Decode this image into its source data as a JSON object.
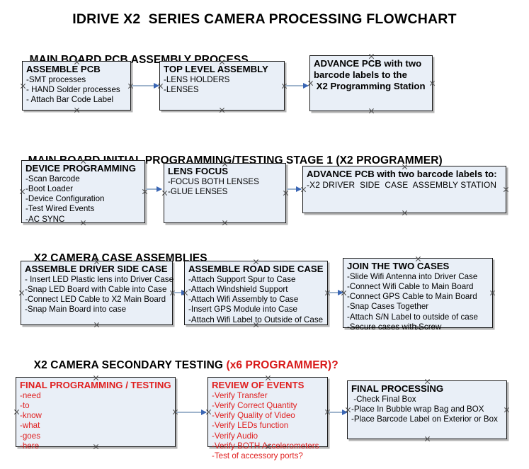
{
  "document": {
    "title": "IDRIVE X2  SERIES CAMERA PROCESSING FLOWCHART"
  },
  "sections": [
    {
      "id": "main-board-pcb-assembly",
      "heading": "MAIN BOARD PCB ASSEMBLY PROCESS",
      "heading_red": ""
    },
    {
      "id": "main-board-initial-programming",
      "heading": "MAIN BOARD INITIAL PROGRAMMING/TESTING STAGE 1 (X2 PROGRAMMER)",
      "heading_red": ""
    },
    {
      "id": "x2-camera-case-assemblies",
      "heading": "X2 CAMERA CASE ASSEMBLIES",
      "heading_red": ""
    },
    {
      "id": "x2-camera-secondary-testing",
      "heading": "X2 CAMERA SECONDARY TESTING ",
      "heading_red": "(x6 PROGRAMMER)?"
    }
  ],
  "boxes": {
    "assemble_pcb": {
      "title": "ASSEMBLE PCB",
      "lines": [
        "-SMT processes",
        "- HAND Solder processes",
        "- Attach Bar Code Label"
      ]
    },
    "top_level_assembly": {
      "title": "TOP LEVEL ASSEMBLY",
      "lines": [
        "-LENS HOLDERS",
        "-LENSES"
      ]
    },
    "advance_pcb_station": {
      "title": "ADVANCE PCB with two",
      "lines": [
        "barcode labels to the",
        " X2 Programming Station"
      ]
    },
    "device_programming": {
      "title": "DEVICE PROGRAMMING",
      "lines": [
        "-Scan Barcode",
        "-Boot Loader",
        "-Device Configuration",
        "-Test Wired Events",
        "-AC SYNC"
      ]
    },
    "lens_focus": {
      "title": "LENS FOCUS",
      "lines": [
        "-FOCUS BOTH LENSES",
        "-GLUE LENSES"
      ]
    },
    "advance_pcb_driver_case": {
      "title": "ADVANCE PCB with two barcode labels to:",
      "lines": [
        "-X2 DRIVER  SIDE  CASE  ASSEMBLY STATION"
      ]
    },
    "assemble_driver_side_case": {
      "title": "ASSEMBLE DRIVER SIDE CASE",
      "lines": [
        "- Insert LED Plastic lens into Driver Case",
        "-Snap LED Board with Cable into Case",
        "-Connect LED Cable to X2 Main Board",
        "-Snap Main Board into case"
      ]
    },
    "assemble_road_side_case": {
      "title": "ASSEMBLE ROAD SIDE CASE",
      "lines": [
        "-Attach Support Spur to Case",
        "-Attach Windshield Support",
        "-Attach Wifi Assembly to Case",
        "-Insert GPS Module into Case",
        "-Attach Wifi Label to Outside of Case"
      ]
    },
    "join_the_two_cases": {
      "title": "JOIN THE TWO CASES",
      "lines": [
        "-Slide Wifi Antenna into Driver Case",
        "-Connect Wifi Cable to Main Board",
        "-Connect GPS Cable to Main Board",
        "-Snap Cases Together",
        "-Attach S/N Label to outside of case",
        "-Secure cases with Screw"
      ]
    },
    "final_programming_testing": {
      "title": "FINAL PROGRAMMING / TESTING",
      "lines": [
        "-need",
        "-to",
        "-know",
        "-what",
        "-goes",
        "-here"
      ]
    },
    "review_of_events": {
      "title": "REVIEW OF EVENTS",
      "lines": [
        "-Verify Transfer",
        "-Verify Correct Quantity",
        "-Verify Quality of Video",
        "-Verify LEDs function",
        "-Verify Audio",
        "-Verify BOTH Accelerometers",
        "-Test of accessory ports?"
      ]
    },
    "final_processing": {
      "title": "FINAL PROCESSING",
      "lines": [
        " -Check Final Box",
        "-Place In Bubble wrap Bag and BOX",
        "-Place Barcode Label on Exterior or Box"
      ]
    }
  },
  "colors": {
    "box_fill": "#e9eff7",
    "box_border": "#1a1a1a",
    "red_text": "#e02020",
    "heading_red": "#d81919",
    "arrow_line": "#9fb4cc",
    "arrow_head": "#3a66b5"
  }
}
